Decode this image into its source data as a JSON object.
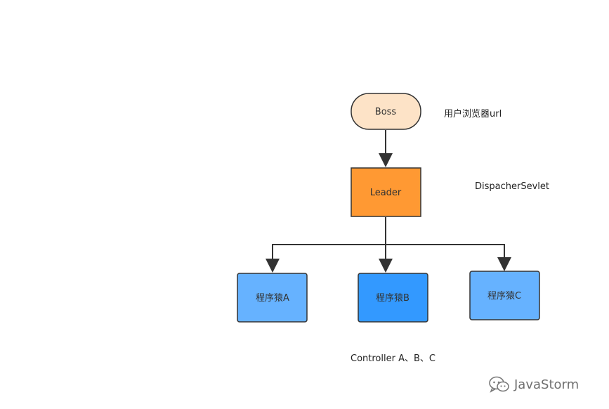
{
  "nodes": {
    "boss": {
      "label": "Boss",
      "fill": "#fde3c7",
      "stroke": "#333333"
    },
    "leader": {
      "label": "Leader",
      "fill": "#ff9933",
      "stroke": "#333333"
    },
    "worker_a": {
      "label": "程序猿A",
      "fill": "#66b2ff",
      "stroke": "#333333"
    },
    "worker_b": {
      "label": "程序猿B",
      "fill": "#3399ff",
      "stroke": "#333333"
    },
    "worker_c": {
      "label": "程序猿C",
      "fill": "#66b2ff",
      "stroke": "#333333"
    }
  },
  "edges": [
    {
      "from": "boss",
      "to": "leader"
    },
    {
      "from": "leader",
      "to": "worker_a"
    },
    {
      "from": "leader",
      "to": "worker_b"
    },
    {
      "from": "leader",
      "to": "worker_c"
    }
  ],
  "annotations": {
    "boss_note": "用户浏览器url",
    "leader_note": "DispacherSevlet",
    "workers_note": "Controller A、B、C"
  },
  "watermark": {
    "text": "JavaStorm",
    "icon": "wechat-icon"
  },
  "colors": {
    "edge": "#333333",
    "arrow": "#333333"
  }
}
